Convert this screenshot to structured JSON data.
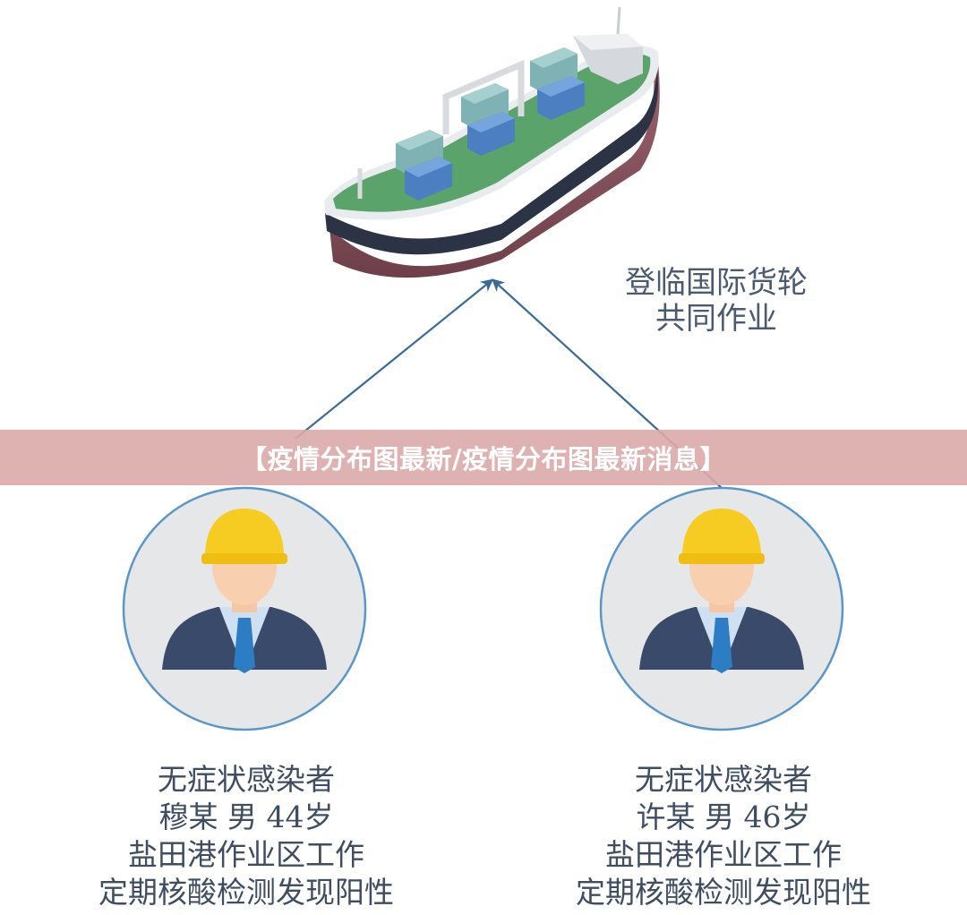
{
  "banner": {
    "title": "【疫情分布图最新/疫情分布图最新消息】"
  },
  "ship": {
    "label_lines": [
      "登临国际货轮",
      "共同作业"
    ],
    "icon": "cargo-ship-icon"
  },
  "people": [
    {
      "icon": "worker-hardhat-icon",
      "lines": [
        "无症状感染者",
        "穆某  男  44岁",
        "盐田港作业区工作",
        "定期核酸检测发现阳性"
      ]
    },
    {
      "icon": "worker-hardhat-icon",
      "lines": [
        "无症状感染者",
        "许某  男  46岁",
        "盐田港作业区工作",
        "定期核酸检测发现阳性"
      ]
    }
  ],
  "colors": {
    "arrow": "#3a6a96",
    "circle_border": "#5b96c8",
    "circle_fill": "#e6e7e9",
    "hardhat": "#f6cc22",
    "suit": "#3a4a6b",
    "tie": "#2c7dc4",
    "hull": "#8c5560",
    "deck": "#5aa36a",
    "banner": "#dcaaaa"
  }
}
